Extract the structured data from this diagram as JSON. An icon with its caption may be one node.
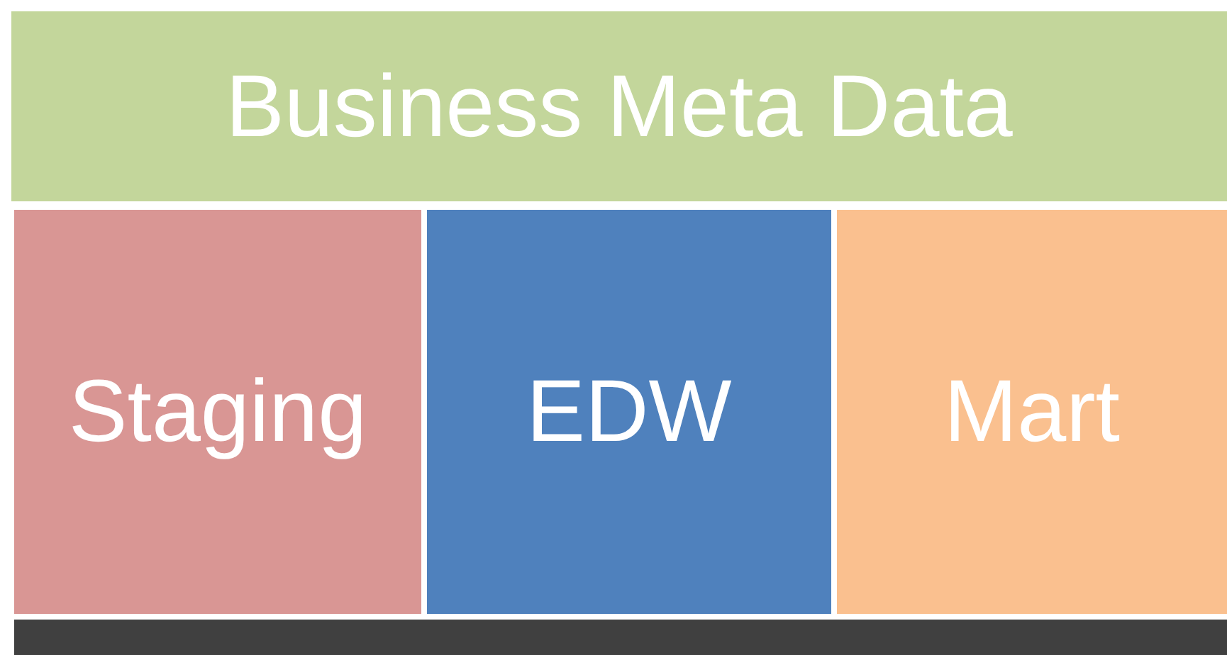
{
  "diagram": {
    "nodes": [
      {
        "text": [
          "Business Meta Data"
        ]
      },
      {
        "text": [
          "Staging"
        ]
      },
      {
        "text": [
          "EDW"
        ]
      },
      {
        "text": [
          "Mart"
        ]
      },
      {
        "text": [],
        "shape": "bar"
      }
    ]
  }
}
